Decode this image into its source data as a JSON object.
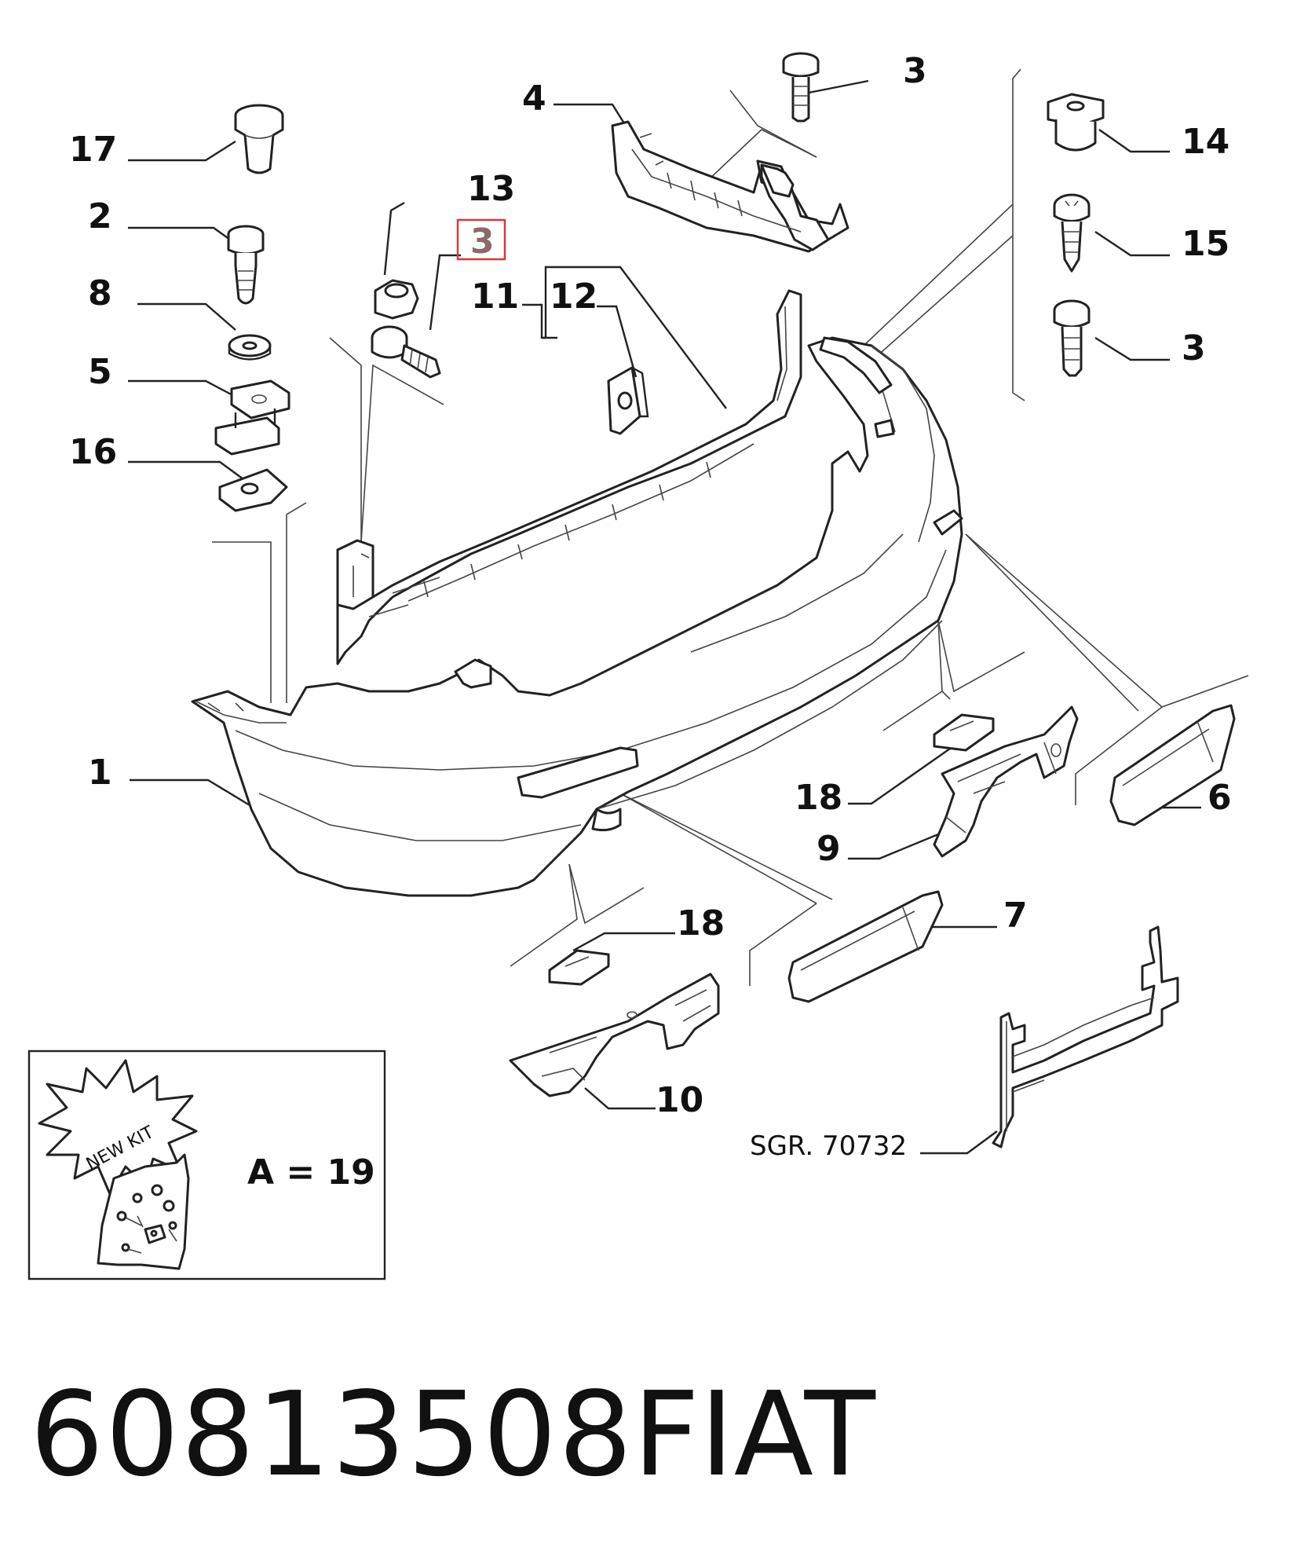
{
  "callouts": [
    {
      "id": "label-17",
      "text": "17"
    },
    {
      "id": "label-2",
      "text": "2"
    },
    {
      "id": "label-8",
      "text": "8"
    },
    {
      "id": "label-5",
      "text": "5"
    },
    {
      "id": "label-16",
      "text": "16"
    },
    {
      "id": "label-13",
      "text": "13"
    },
    {
      "id": "label-3-highlighted",
      "text": "3"
    },
    {
      "id": "label-4",
      "text": "4"
    },
    {
      "id": "label-3-top",
      "text": "3"
    },
    {
      "id": "label-14",
      "text": "14"
    },
    {
      "id": "label-15",
      "text": "15"
    },
    {
      "id": "label-3-right",
      "text": "3"
    },
    {
      "id": "label-11",
      "text": "11"
    },
    {
      "id": "label-12",
      "text": "12"
    },
    {
      "id": "label-1",
      "text": "1"
    },
    {
      "id": "label-18-right",
      "text": "18"
    },
    {
      "id": "label-9",
      "text": "9"
    },
    {
      "id": "label-6",
      "text": "6"
    },
    {
      "id": "label-18-bottom",
      "text": "18"
    },
    {
      "id": "label-7",
      "text": "7"
    },
    {
      "id": "label-10",
      "text": "10"
    }
  ],
  "reference": "SGR. 70732",
  "kit": {
    "badge": "NEW KIT",
    "label": "A = 19"
  },
  "part_number": "60813508",
  "brand": "FIAT"
}
